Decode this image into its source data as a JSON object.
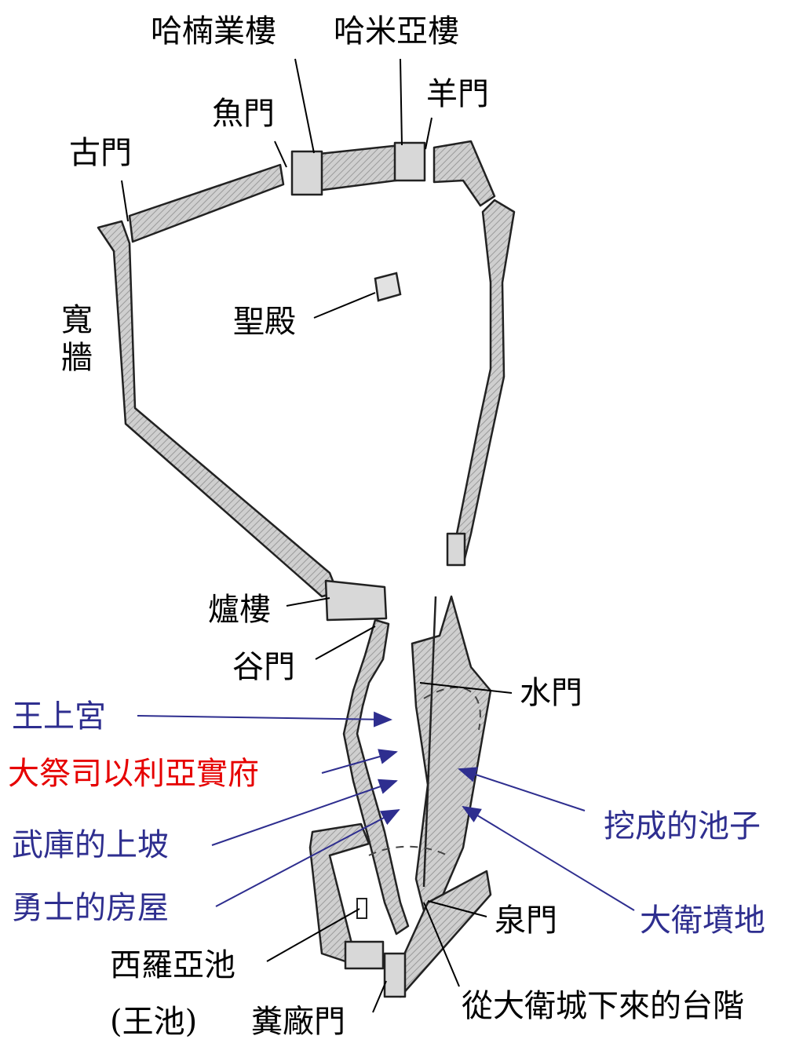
{
  "colors": {
    "black_label": "#000000",
    "blue_label": "#2e2e8f",
    "red_label": "#e60000",
    "wall_fill": "#c9c9c9",
    "wall_stroke": "#222222",
    "arrow_blue": "#2e2e8f"
  },
  "labels": {
    "hananel_tower": "哈楠業樓",
    "meah_tower": "哈米亞樓",
    "fish_gate": "魚門",
    "sheep_gate": "羊門",
    "old_gate": "古門",
    "broad_wall": "寬牆",
    "temple": "聖殿",
    "tower_of_ovens": "爐樓",
    "valley_gate": "谷門",
    "water_gate": "水門",
    "kings_palace": "王上宮",
    "high_priest_house": "大祭司以利亞實府",
    "armory_ascent": "武庫的上坡",
    "house_of_mighty": "勇士的房屋",
    "artificial_pool": "挖成的池子",
    "tombs_of_david": "大衛墳地",
    "fountain_gate": "泉門",
    "pool_of_siloam": "西羅亞池",
    "kings_pool": "(王池)",
    "dung_gate": "糞廠門",
    "stairs_city_of_david": "從大衛城下來的台階"
  }
}
